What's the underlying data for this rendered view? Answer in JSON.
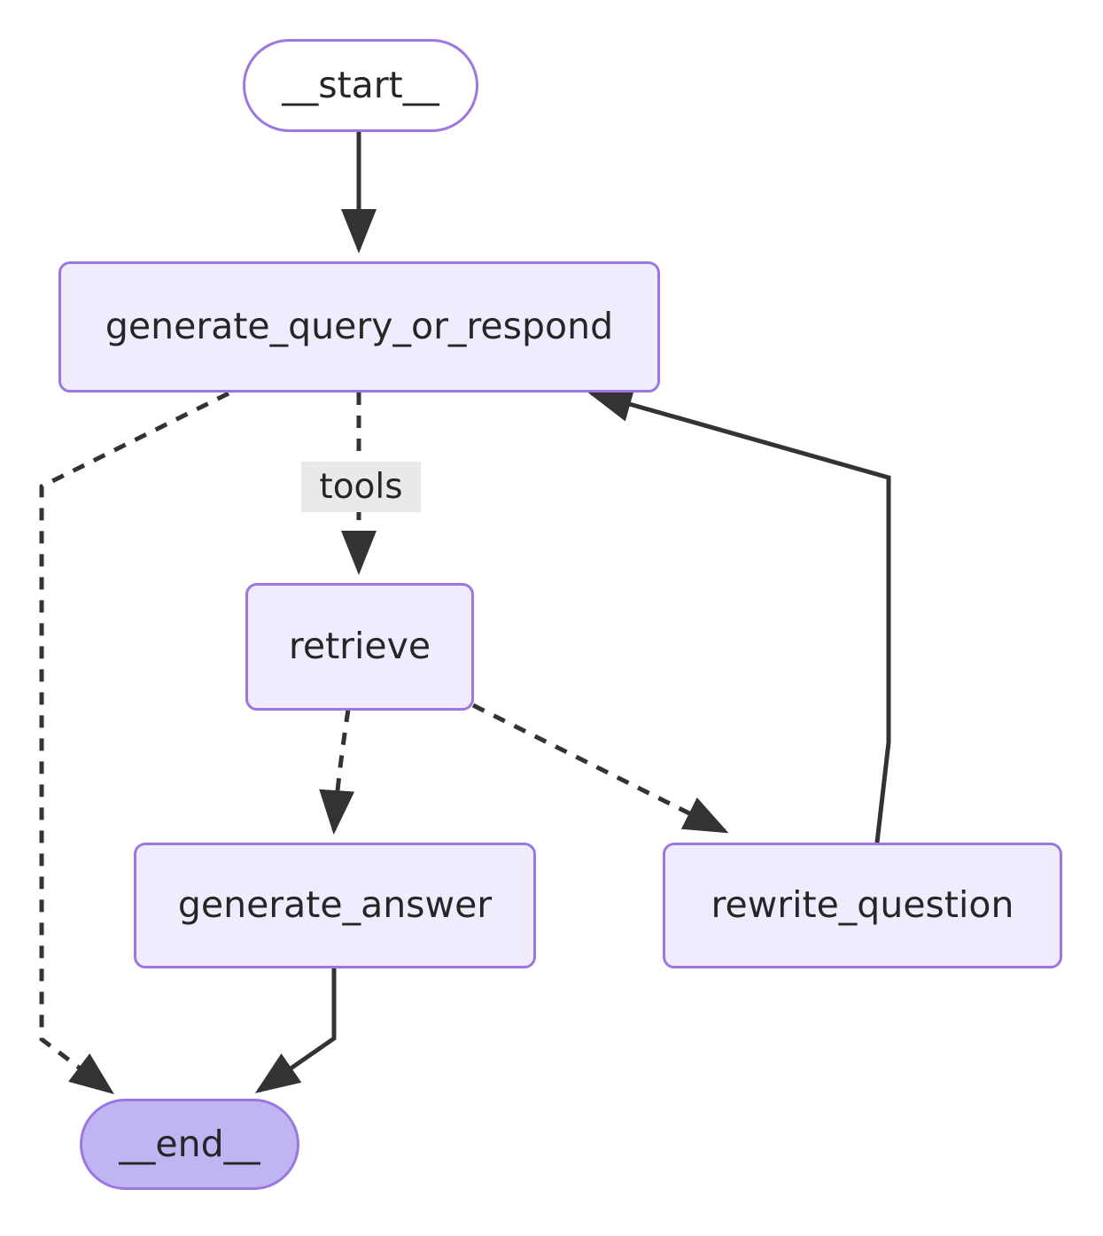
{
  "diagram": {
    "title": "langgraph-agentic-rag-flow",
    "background": "#ffffff",
    "node_fill_light": "#f1ecfd",
    "node_fill_solid": "#c0b4f3",
    "node_border": "#9a78e0",
    "edge_color": "#333333",
    "label_background": "#e9e9e9",
    "text_color": "#262626"
  },
  "nodes": [
    {
      "id": "start",
      "label": "__start__",
      "shape": "stadium",
      "style": "outline"
    },
    {
      "id": "gqor",
      "label": "generate_query_or_respond",
      "shape": "rounded",
      "style": "light"
    },
    {
      "id": "retrieve",
      "label": "retrieve",
      "shape": "rounded",
      "style": "light"
    },
    {
      "id": "ganswer",
      "label": "generate_answer",
      "shape": "rounded",
      "style": "light"
    },
    {
      "id": "rewrite",
      "label": "rewrite_question",
      "shape": "rounded",
      "style": "light"
    },
    {
      "id": "end",
      "label": "__end__",
      "shape": "stadium",
      "style": "filled"
    }
  ],
  "edges": [
    {
      "from": "start",
      "to": "gqor",
      "label": "",
      "style": "solid"
    },
    {
      "from": "gqor",
      "to": "retrieve",
      "label": "tools",
      "style": "dashed"
    },
    {
      "from": "gqor",
      "to": "end",
      "label": "",
      "style": "dashed"
    },
    {
      "from": "retrieve",
      "to": "ganswer",
      "label": "",
      "style": "dashed"
    },
    {
      "from": "retrieve",
      "to": "rewrite",
      "label": "",
      "style": "dashed"
    },
    {
      "from": "ganswer",
      "to": "end",
      "label": "",
      "style": "solid"
    },
    {
      "from": "rewrite",
      "to": "gqor",
      "label": "",
      "style": "solid"
    }
  ],
  "edge_labels": [
    {
      "id": "tools",
      "text": "tools"
    }
  ]
}
